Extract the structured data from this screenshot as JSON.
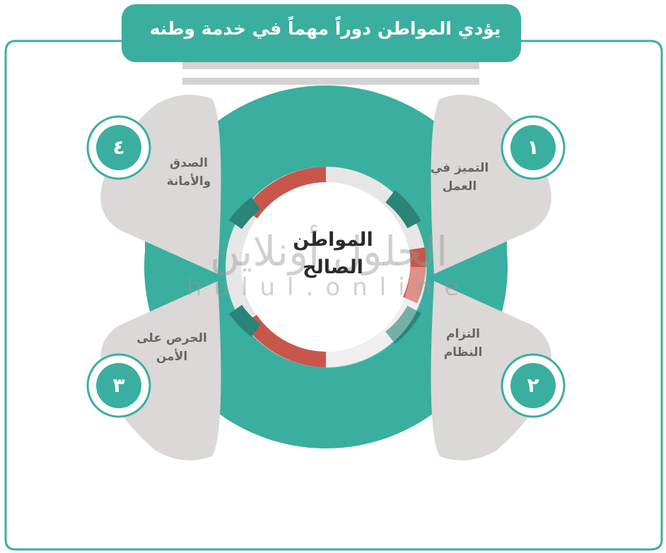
{
  "title": "يؤدي المواطن دوراً مهماً في خدمة وطنه",
  "center": {
    "line1": "المواطن",
    "line2": "الصالح"
  },
  "items": [
    {
      "number": "١",
      "line1": "التميز في",
      "line2": "العمل"
    },
    {
      "number": "٢",
      "line1": "التزام",
      "line2": "النظام"
    },
    {
      "number": "٣",
      "line1": "الحرص على",
      "line2": "الأمن"
    },
    {
      "number": "٤",
      "line1": "الصدق",
      "line2": "والأمانة"
    }
  ],
  "watermark": {
    "arabic": "الحلول أونلاين",
    "latin": "hulul.online"
  },
  "colors": {
    "teal": "#3aae9f",
    "teal_dark": "#2a8478",
    "red_accent": "#c9564a",
    "petal_gray": "#dbd8d7",
    "frame": "#3aae9f"
  }
}
